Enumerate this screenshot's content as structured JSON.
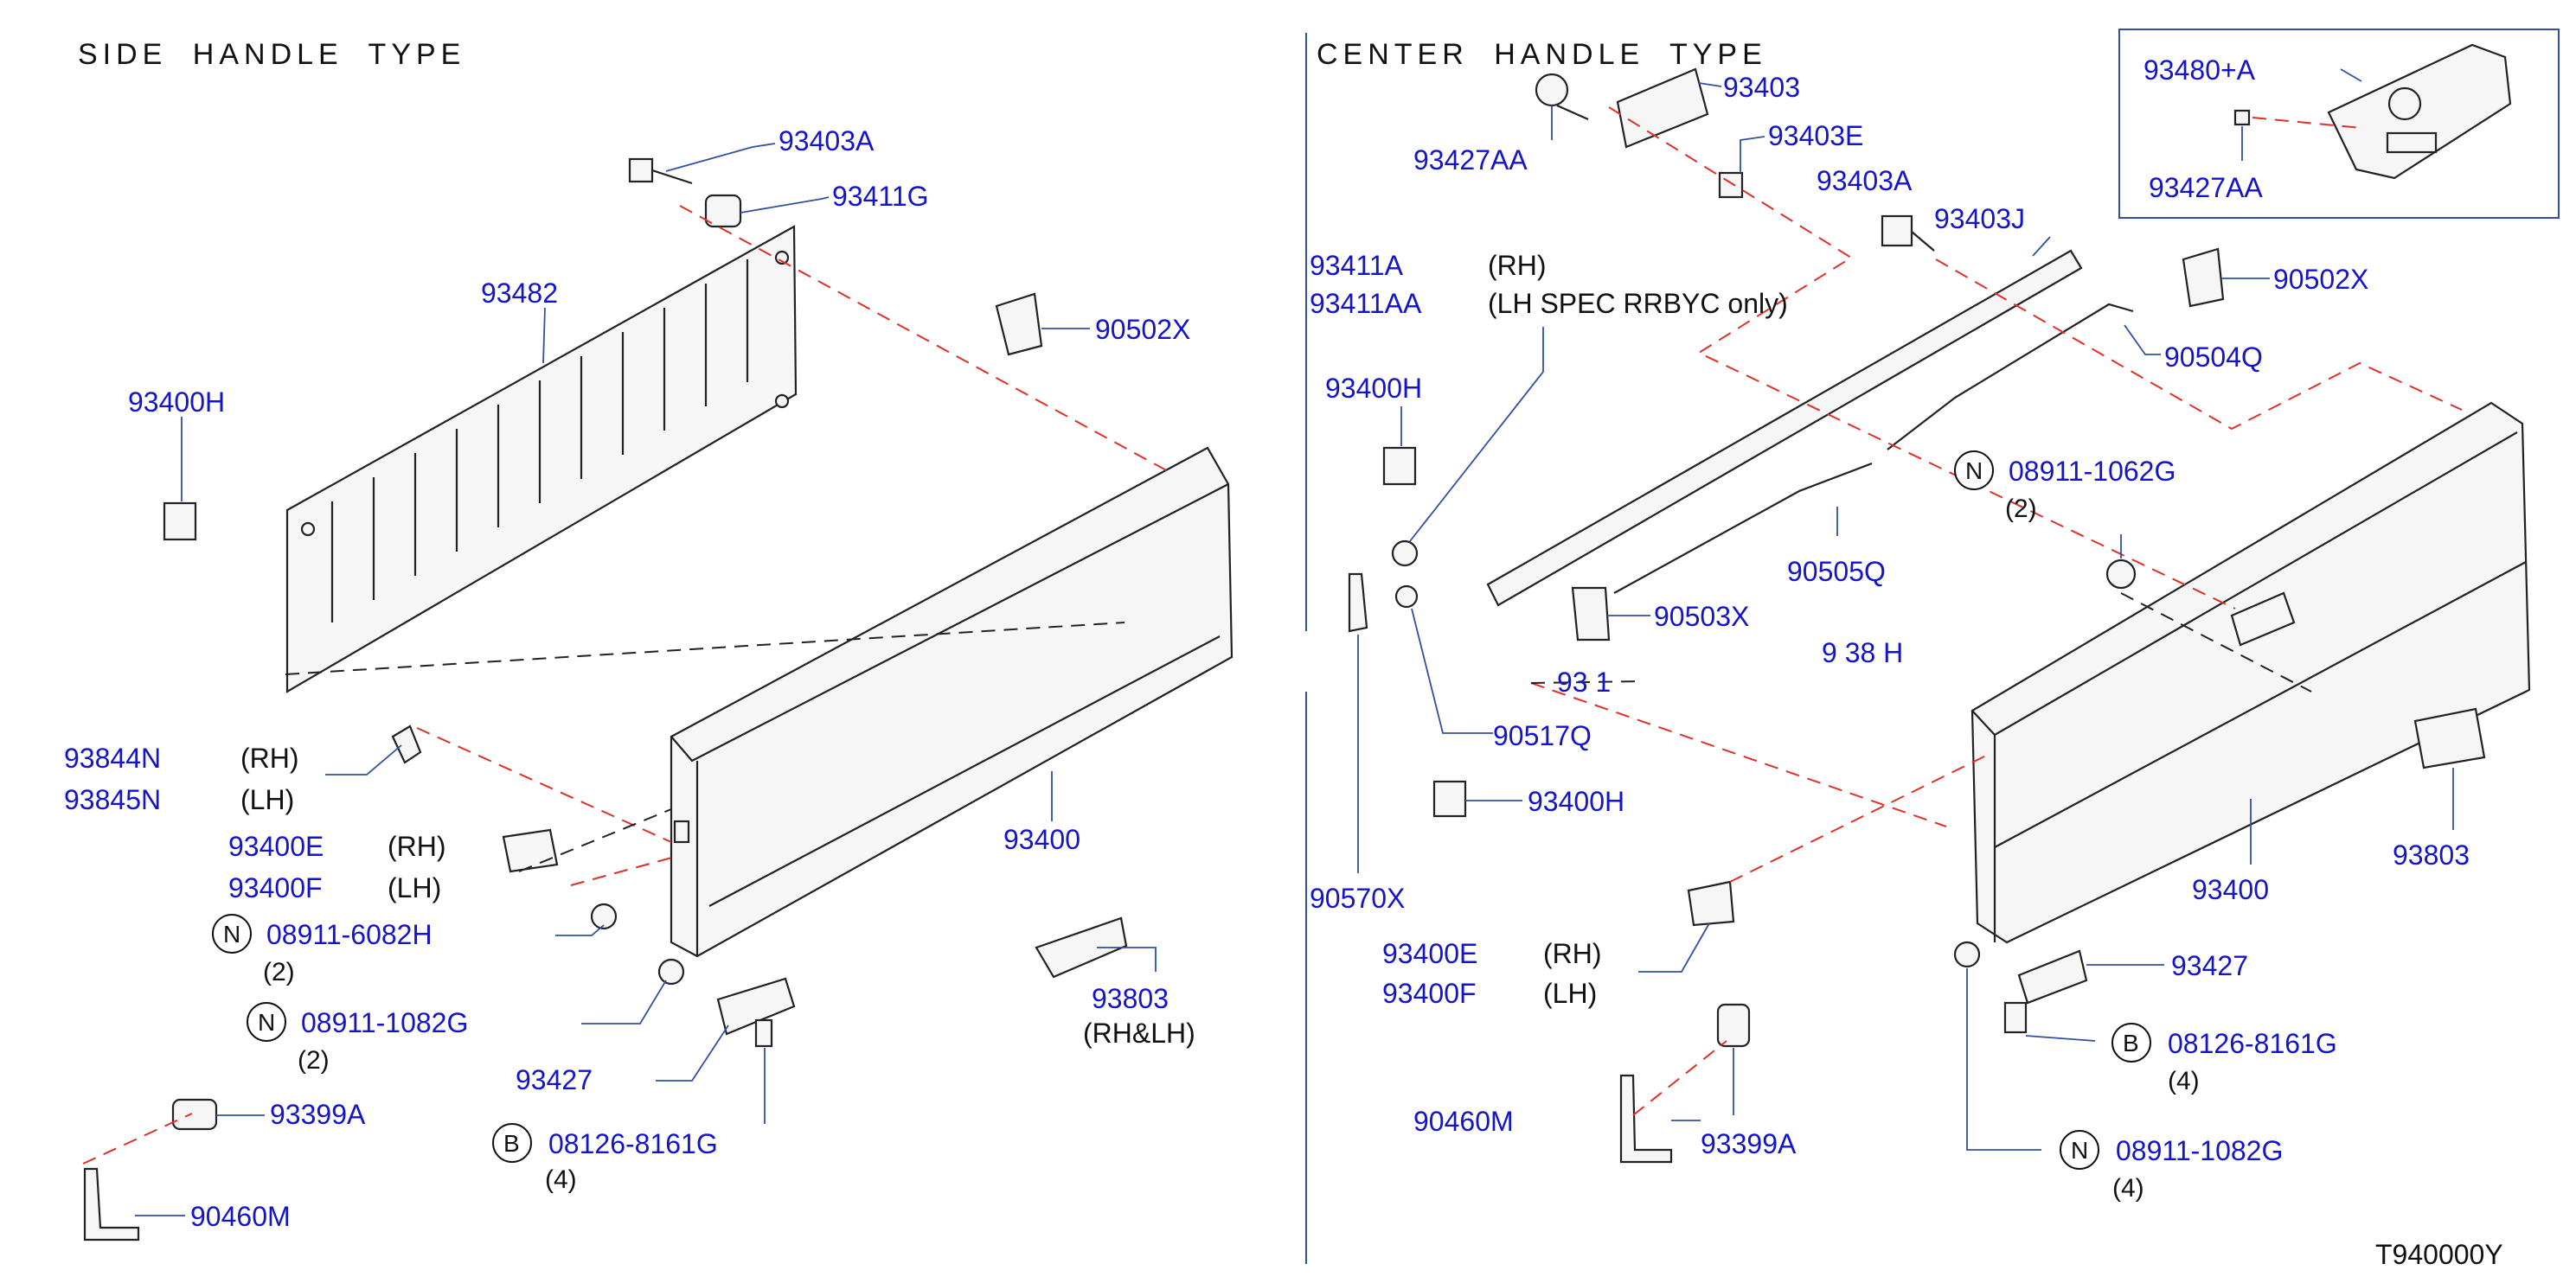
{
  "colors": {
    "part_number": "#1414c8",
    "leader": "#3050a0",
    "assembly_line": "#e0302a",
    "text": "#111111"
  },
  "sections": {
    "left_title": "SIDE HANDLE TYPE",
    "right_title": "CENTER HANDLE TYPE"
  },
  "labels": {
    "l_93403A": "93403A",
    "l_93411G": "93411G",
    "l_93482": "93482",
    "l_90502X": "90502X",
    "l_93400H": "93400H",
    "l_93844N": "93844N",
    "l_93844N_side": "(RH)",
    "l_93845N": "93845N",
    "l_93845N_side": "(LH)",
    "l_93400": "93400",
    "l_93400E": "93400E",
    "l_93400E_side": "(RH)",
    "l_93400F": "93400F",
    "l_93400F_side": "(LH)",
    "l_08911_6082H": "08911-6082H",
    "l_08911_6082H_qty": "(2)",
    "l_08911_1082G": "08911-1082G",
    "l_08911_1082G_qty": "(2)",
    "l_93803": "93803",
    "l_93803_side": "(RH&LH)",
    "l_93427": "93427",
    "l_08126_8161G": "08126-8161G",
    "l_08126_8161G_qty": "(4)",
    "l_93399A": "93399A",
    "l_90460M": "90460M",
    "r_93403": "93403",
    "r_93427AA": "93427AA",
    "r_93403E": "93403E",
    "r_93403A": "93403A",
    "r_93403J": "93403J",
    "r_93411A": "93411A",
    "r_93411A_side": "(RH)",
    "r_93411AA": "93411AA",
    "r_93411AA_side": "(LH SPEC RRBYC only)",
    "r_90502X": "90502X",
    "r_90504Q": "90504Q",
    "r_93400H_top": "93400H",
    "r_08911_1062G": "08911-1062G",
    "r_08911_1062G_qty": "(2)",
    "r_90505Q": "90505Q",
    "r_90503X": "90503X",
    "r_93838H": "9 38 H",
    "r_9341X": "93 1",
    "r_90517Q": "90517Q",
    "r_93400H_mid": "93400H",
    "r_93803": "93803",
    "r_93400": "93400",
    "r_90570X": "90570X",
    "r_93400E": "93400E",
    "r_93400E_side": "(RH)",
    "r_93400F": "93400F",
    "r_93400F_side": "(LH)",
    "r_93427": "93427",
    "r_08126_8161G": "08126-8161G",
    "r_08126_8161G_qty": "(4)",
    "r_90460M": "90460M",
    "r_93399A": "93399A",
    "r_08911_1082G": "08911-1082G",
    "r_08911_1082G_qty": "(4)",
    "inset_93480A": "93480+A",
    "inset_93427AA": "93427AA"
  },
  "badges": {
    "n": "N",
    "b": "B"
  },
  "drawing_id": "T940000Y"
}
